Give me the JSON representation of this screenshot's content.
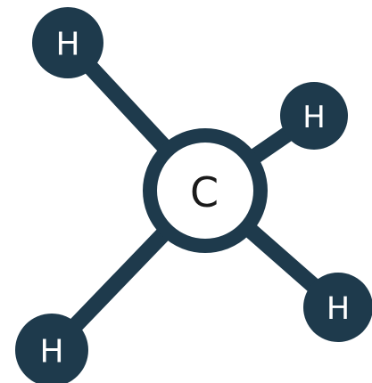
{
  "colors": {
    "atom_fill": "#1e3a4c",
    "bond": "#1e3a4c",
    "center_fill": "#ffffff",
    "center_stroke": "#1e3a4c",
    "label_light": "#ffffff",
    "label_dark": "#1a1a1a"
  },
  "center_atom": {
    "symbol": "C"
  },
  "outer_atoms": [
    {
      "id": "top-left",
      "symbol": "H"
    },
    {
      "id": "top-right",
      "symbol": "H"
    },
    {
      "id": "bottom-right",
      "symbol": "H"
    },
    {
      "id": "bottom-left",
      "symbol": "H"
    }
  ]
}
